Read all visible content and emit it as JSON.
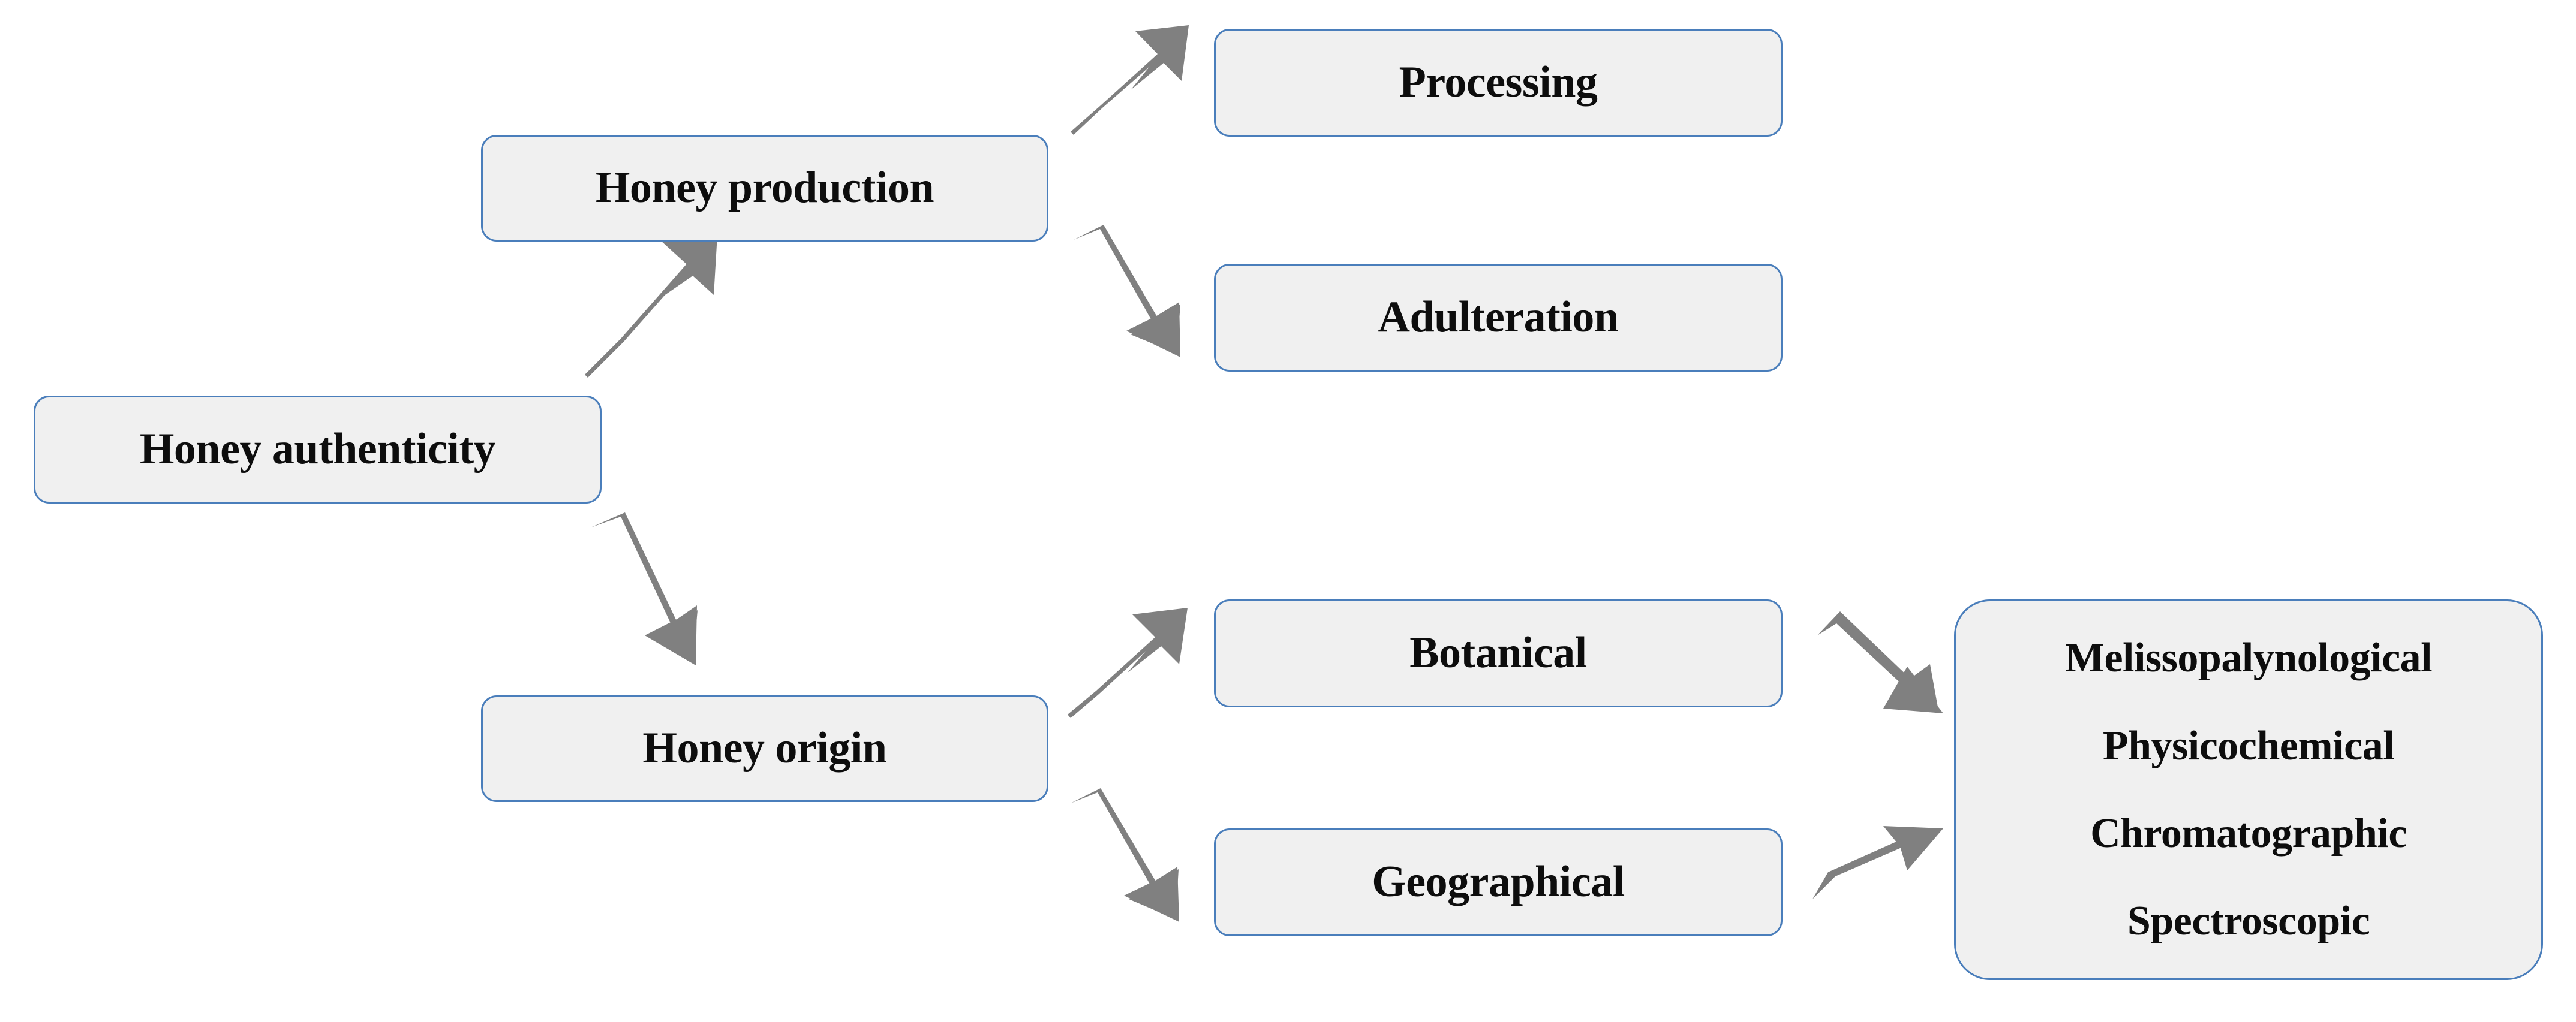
{
  "diagram": {
    "type": "flow-tree",
    "title": "Honey authenticity",
    "colors": {
      "box_fill": "#f0f0f0",
      "box_border": "#4a7ebb",
      "arrow": "#808080",
      "text": "#0d0d0d",
      "background": "#ffffff"
    },
    "nodes": {
      "root": {
        "label": "Honey authenticity"
      },
      "production": {
        "label": "Honey production"
      },
      "origin": {
        "label": "Honey origin"
      },
      "processing": {
        "label": "Processing"
      },
      "adulteration": {
        "label": "Adulteration"
      },
      "botanical": {
        "label": "Botanical"
      },
      "geographical": {
        "label": "Geographical"
      },
      "techniques": {
        "lines": [
          "Melissopalynological",
          "Physicochemical",
          "Chromatographic",
          "Spectroscopic"
        ]
      }
    },
    "edges": [
      {
        "from": "root",
        "to": "production",
        "direction": "up-right"
      },
      {
        "from": "root",
        "to": "origin",
        "direction": "down-right"
      },
      {
        "from": "production",
        "to": "processing",
        "direction": "up-right"
      },
      {
        "from": "production",
        "to": "adulteration",
        "direction": "down-right"
      },
      {
        "from": "origin",
        "to": "botanical",
        "direction": "up-right"
      },
      {
        "from": "origin",
        "to": "geographical",
        "direction": "down-right"
      },
      {
        "from": "botanical",
        "to": "techniques",
        "direction": "down-right"
      },
      {
        "from": "geographical",
        "to": "techniques",
        "direction": "up-right"
      }
    ]
  }
}
